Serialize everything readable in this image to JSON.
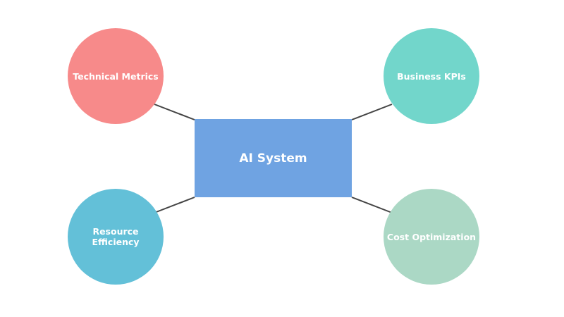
{
  "center": {
    "label": "AI System",
    "color": "#6fa3e2"
  },
  "nodes": [
    {
      "label": "Technical Metrics",
      "color": "#f78a8a"
    },
    {
      "label": "Business KPIs",
      "color": "#72d6cb"
    },
    {
      "label": "Resource Efficiency",
      "color": "#63c0d8"
    },
    {
      "label": "Cost Optimization",
      "color": "#abd8c5"
    }
  ],
  "connector_color": "#444444"
}
